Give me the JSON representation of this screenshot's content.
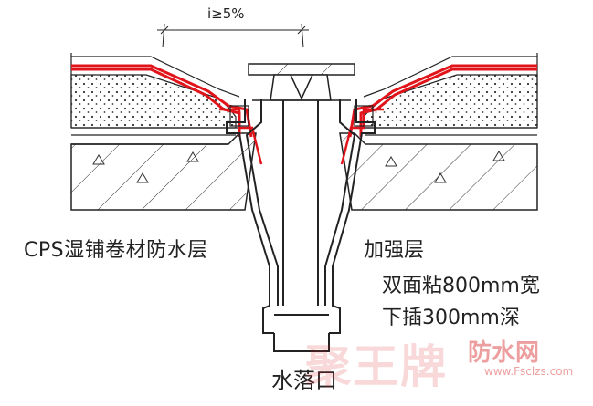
{
  "slope_label": "i≥5%",
  "labels": {
    "cps": "CPS湿铺卷材防水层",
    "reinforce": "加强层",
    "note_line1": "双面粘800mm宽",
    "note_line2": "下插300mm深",
    "title": "水落口"
  },
  "watermark": {
    "main": "聚王牌",
    "sub": "防水网",
    "url": "www.Fsclzs.com"
  },
  "colors": {
    "membrane": "#e0141a",
    "line": "#222222",
    "watermark": "#d62828"
  }
}
